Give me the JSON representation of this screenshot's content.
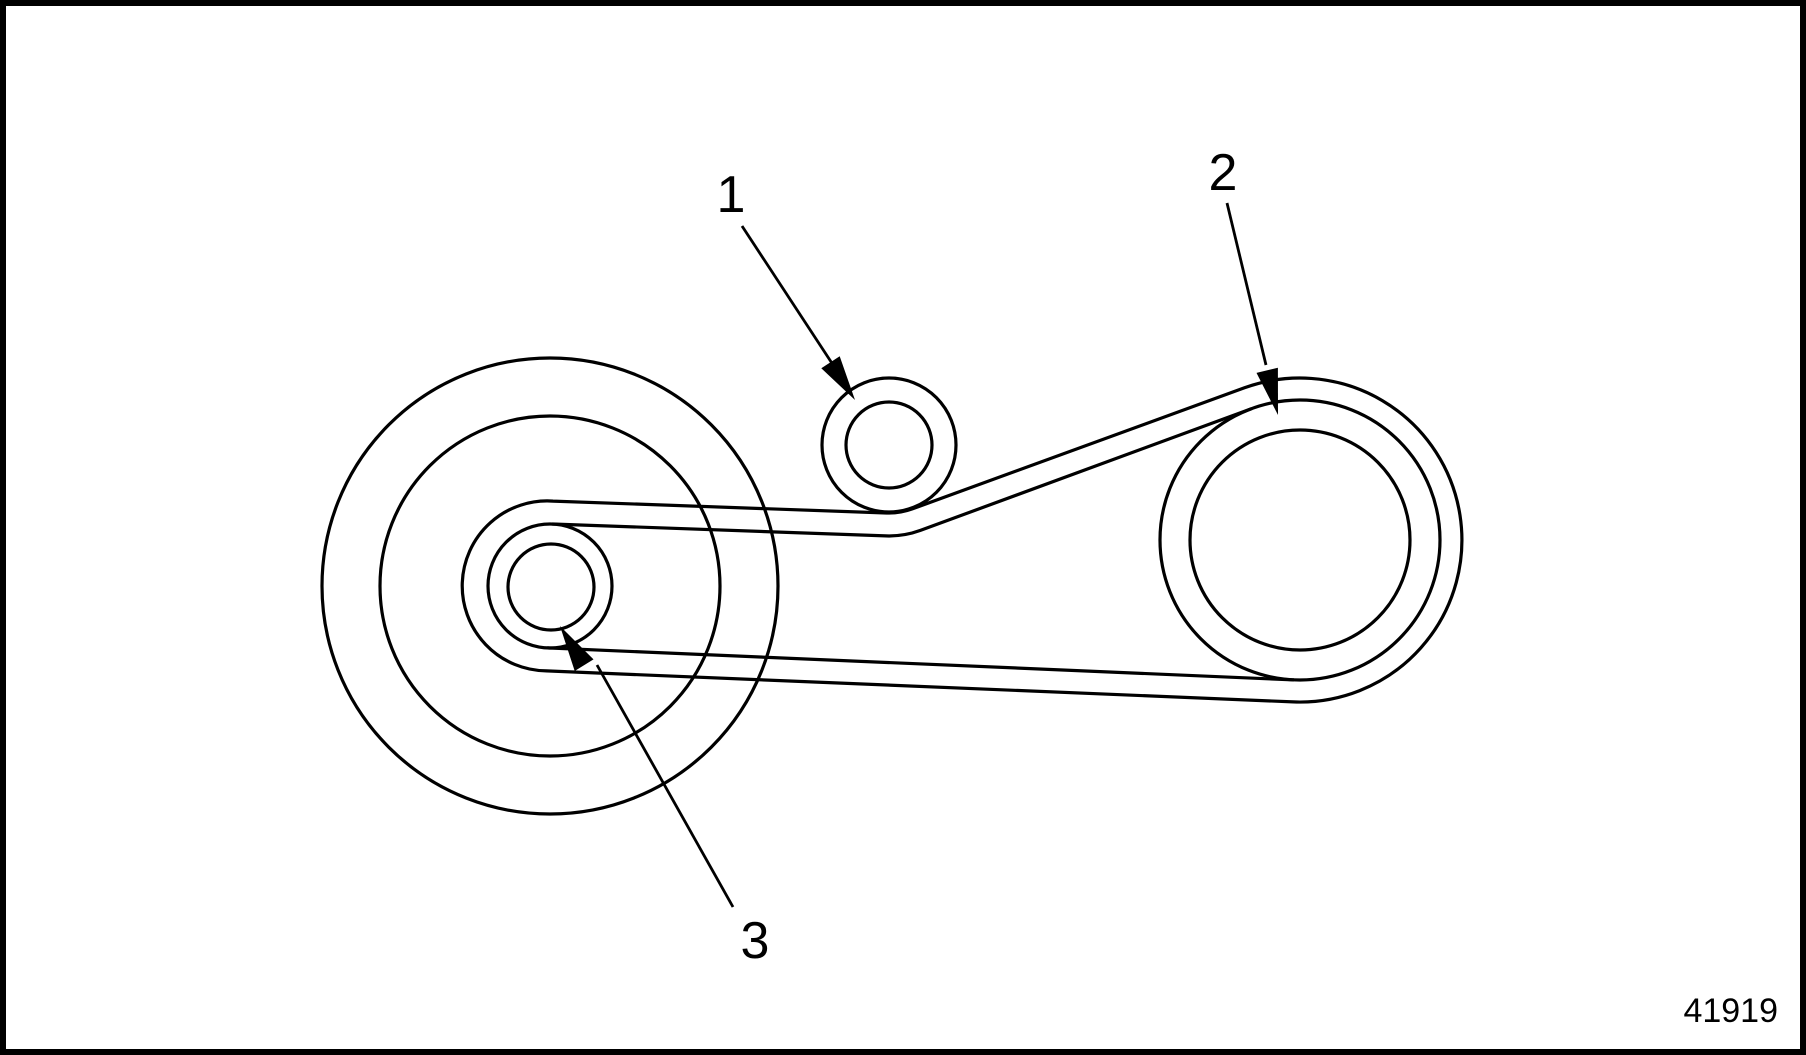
{
  "figure": {
    "type": "technical-line-diagram",
    "background_color": "#ffffff",
    "line_color": "#000000",
    "callouts": [
      {
        "label": "1"
      },
      {
        "label": "2"
      },
      {
        "label": "3"
      }
    ],
    "figure_number": "41919"
  }
}
